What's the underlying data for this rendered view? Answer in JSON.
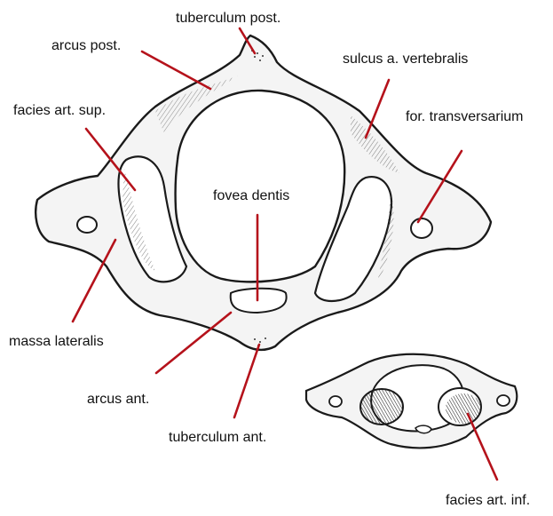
{
  "labels": {
    "tuberculum_post": "tuberculum post.",
    "arcus_post": "arcus post.",
    "sulcus_a_vertebralis": "sulcus a. vertebralis",
    "facies_art_sup": "facies art. sup.",
    "for_transversarium": "for. transversarium",
    "fovea_dentis": "fovea dentis",
    "massa_lateralis": "massa lateralis",
    "arcus_ant": "arcus ant.",
    "tuberculum_ant": "tuberculum ant.",
    "facies_art_inf": "facies art. inf."
  },
  "colors": {
    "leader_line": "#b5121b",
    "bone_outline": "#1a1a1a",
    "bone_fill": "#f4f4f4",
    "shading": "#555555"
  }
}
